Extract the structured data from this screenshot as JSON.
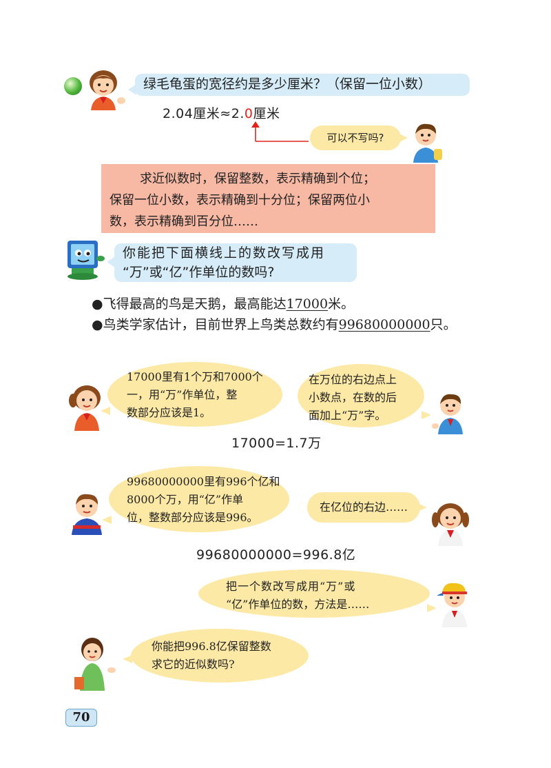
{
  "section1": {
    "question": "绿毛龟蛋的宽径约是多少厘米？（保留一位小数）",
    "formula_left": "2.04厘米≈2.",
    "formula_digit": "0",
    "formula_right": "厘米",
    "boy_question": "可以不写吗?"
  },
  "summary": {
    "line1": "求近似数时，保留整数，表示精确到个位；",
    "line2": "保留一位小数，表示精确到十分位；保留两位小",
    "line3": "数，表示精确到百分位……"
  },
  "section2": {
    "question_line1": "你能把下面横线上的数改写成用",
    "question_line2": "“万”或“亿”作单位的数吗?",
    "bullet1_prefix": "飞得最高的鸟是天鹅，最高能达",
    "bullet1_number": "17000",
    "bullet1_suffix": "米。",
    "bullet2_prefix": "鸟类学家估计，目前世界上鸟类总数约有",
    "bullet2_number": "99680000000",
    "bullet2_suffix": "只。"
  },
  "dialog1": {
    "girl_line1": "17000里有1个万和7000个",
    "girl_line2": "一，用“万”作单位，整",
    "girl_line3": "数部分应该是1。",
    "boy_line1": "在万位的右边点上",
    "boy_line2": "小数点，在数的后",
    "boy_line3": "面加上“万”字。",
    "equation": "17000=1.7万"
  },
  "dialog2": {
    "boy_line1": "99680000000里有996个亿和",
    "boy_line2": "8000个万，用“亿”作单",
    "boy_line3": "位，整数部分应该是996。",
    "girl_line1": "在亿位的右边……",
    "equation": "99680000000=996.8亿"
  },
  "dialog3": {
    "boy_line1": "把一个数改写成用“万”或",
    "boy_line2": "“亿”作单位的数，方法是……"
  },
  "dialog4": {
    "teacher_line1": "你能把996.8亿保留整数",
    "teacher_line2": "求它的近似数吗?"
  },
  "page_number": "70",
  "colors": {
    "blue_bubble": "#d6ecf8",
    "yellow_bubble": "#fde9a6",
    "summary_box": "#f7b8a4",
    "red_digit": "#e2231a",
    "page_tab": "#cfe6f5"
  }
}
